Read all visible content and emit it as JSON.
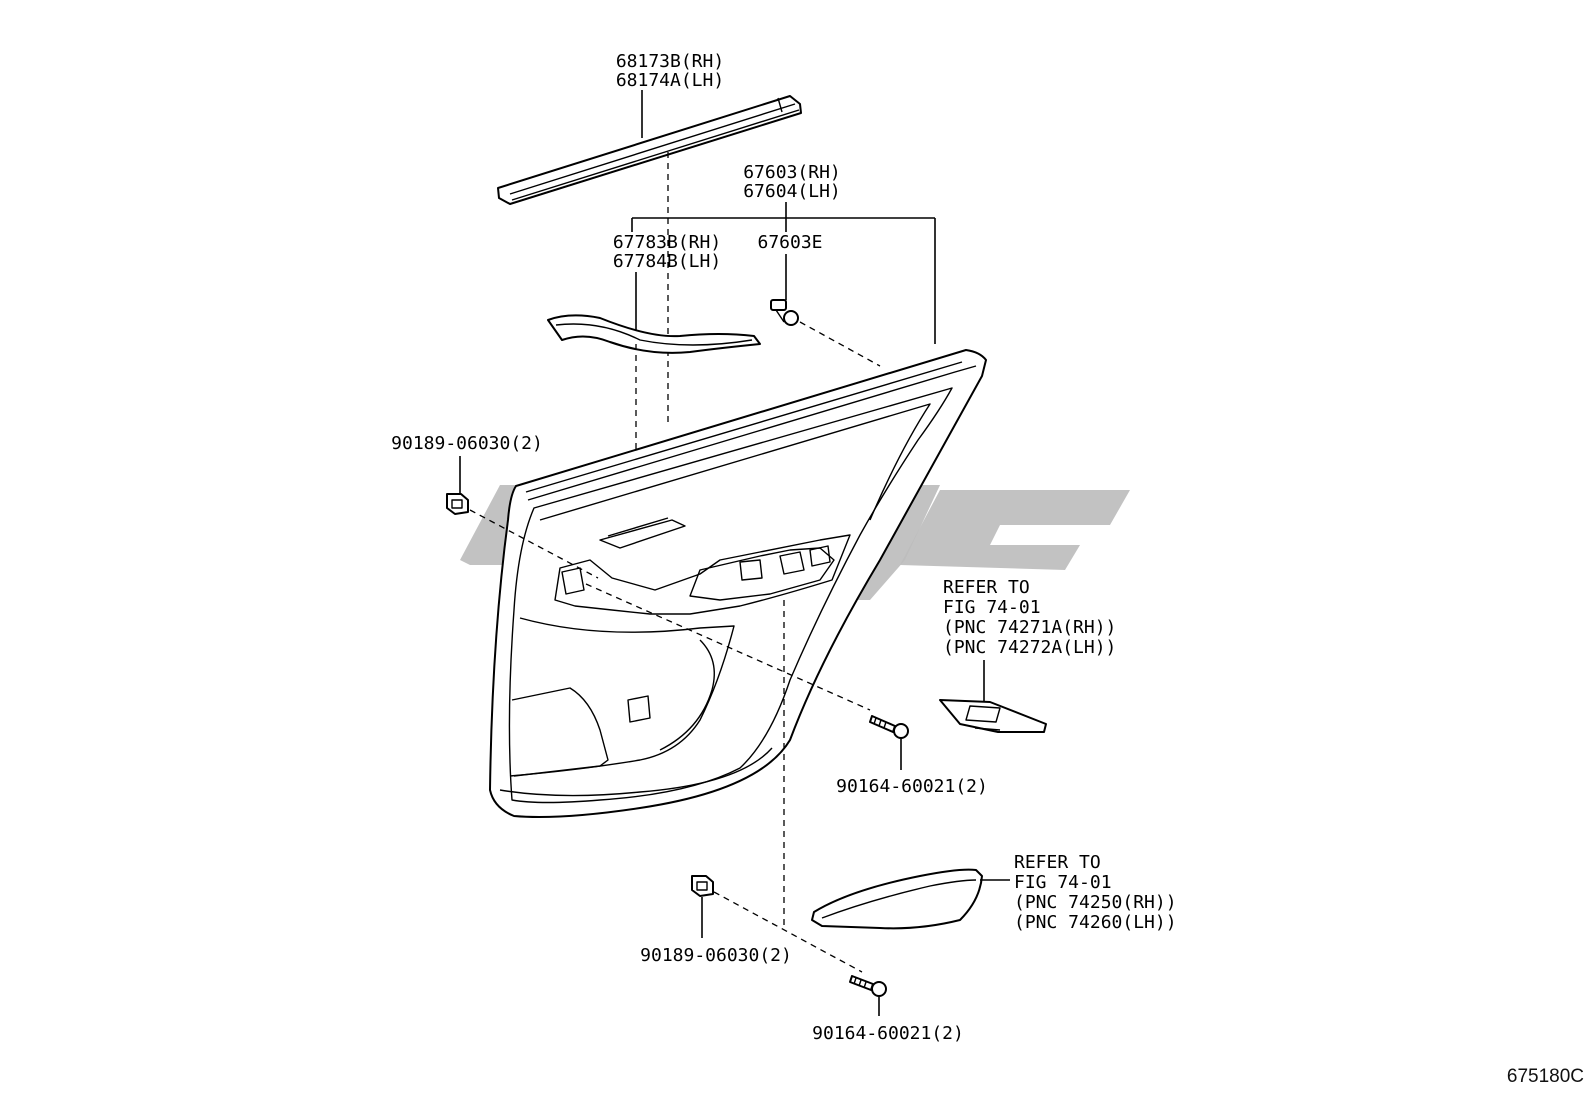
{
  "diagram_id": "675180C",
  "watermark": "logo",
  "labels": {
    "belt_moulding": [
      "68173B(RH)",
      "68174A(LH)"
    ],
    "door_trim_board": [
      "67603(RH)",
      "67604(LH)"
    ],
    "clip_top": "67603E",
    "armrest_trim": [
      "67783B(RH)",
      "67784B(LH)"
    ],
    "clip_left": "90189-06030(2)",
    "screw_mid": "90164-60021(2)",
    "switch_ref": [
      "REFER TO",
      "FIG 74-01",
      "(PNC 74271A(RH))",
      "(PNC 74272A(LH))"
    ],
    "clip_bottom": "90189-06030(2)",
    "screw_bottom": "90164-60021(2)",
    "armrest_ref": [
      "REFER TO",
      "FIG 74-01",
      "(PNC 74250(RH))",
      "(PNC 74260(LH))"
    ]
  }
}
